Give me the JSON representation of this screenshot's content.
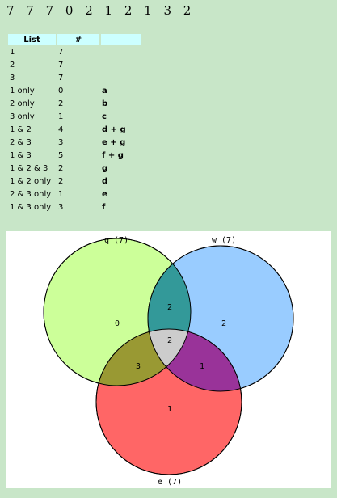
{
  "counts_line": "7 7 7 0 2 1 2 1 3 2",
  "table": {
    "headers": [
      "List",
      "#",
      ""
    ],
    "rows": [
      [
        "1",
        "7",
        ""
      ],
      [
        "2",
        "7",
        ""
      ],
      [
        "3",
        "7",
        ""
      ],
      [
        "1 only",
        "0",
        "a"
      ],
      [
        "2 only",
        "2",
        "b"
      ],
      [
        "3 only",
        "1",
        "c"
      ],
      [
        "1 & 2",
        "4",
        "d + g"
      ],
      [
        "2 & 3",
        "3",
        "e + g"
      ],
      [
        "1 & 3",
        "5",
        "f + g"
      ],
      [
        "1 & 2 & 3",
        "2",
        "g"
      ],
      [
        "1 & 2 only",
        "2",
        "d"
      ],
      [
        "2 & 3 only",
        "1",
        "e"
      ],
      [
        "1 & 3 only",
        "3",
        "f"
      ]
    ]
  },
  "venn": {
    "sets": [
      {
        "label": "q (7)",
        "color": "#ccff99"
      },
      {
        "label": "w (7)",
        "color": "#99ccff"
      },
      {
        "label": "e (7)",
        "color": "#ff6666"
      }
    ],
    "regions": {
      "q_only": "0",
      "w_only": "2",
      "e_only": "1",
      "q_w": "2",
      "q_e": "3",
      "w_e": "1",
      "q_w_e": "2"
    },
    "overlap_colors": {
      "q_w": "#339999",
      "q_e": "#999933",
      "w_e": "#993399",
      "q_w_e": "#cccccc"
    }
  }
}
